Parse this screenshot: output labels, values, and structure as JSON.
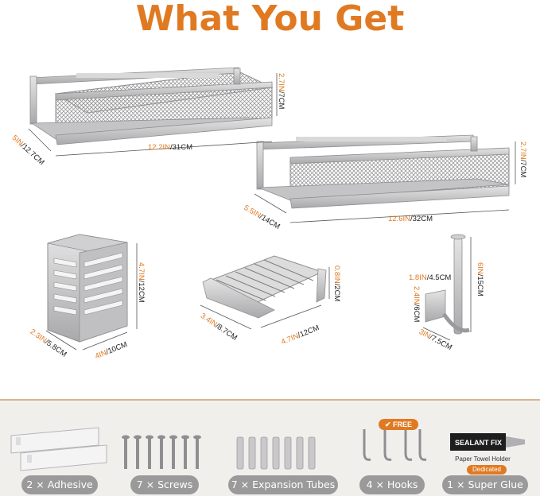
{
  "title": "What You Get",
  "dimensions": {
    "shelf1_height_a": "2.7IN",
    "shelf1_height_b": "/7CM",
    "shelf1_depth_a": "5IN",
    "shelf1_depth_b": "/12.7CM",
    "shelf1_width_a": "12.2IN",
    "shelf1_width_b": "/31CM",
    "shelf2_height_a": "2.7IN",
    "shelf2_height_b": "/7CM",
    "shelf2_depth_a": "5.5IN",
    "shelf2_depth_b": "/14CM",
    "shelf2_width_a": "12.6IN",
    "shelf2_width_b": "/32CM",
    "utensil_height_a": "4.7IN",
    "utensil_height_b": "/12CM",
    "utensil_depth_a": "2.3IN",
    "utensil_depth_b": "/5.8CM",
    "utensil_width_a": "4IN",
    "utensil_width_b": "/10CM",
    "sponge_height_a": "0.8IN",
    "sponge_height_b": "/2CM",
    "sponge_depth_a": "3.4IN",
    "sponge_depth_b": "/8.7CM",
    "sponge_width_a": "4.7IN",
    "sponge_width_b": "/12CM",
    "towel_top_a": "1.8IN",
    "towel_top_b": "/4.5CM",
    "towel_base_a": "2.4IN",
    "towel_base_b": "/6CM",
    "towel_width_a": "3IN",
    "towel_width_b": "/7.5CM",
    "towel_height_a": "6IN",
    "towel_height_b": "/15CM"
  },
  "accessories": [
    {
      "label": "2 × Adhesive"
    },
    {
      "label": "7 × Screws"
    },
    {
      "label": "7 × Expansion Tubes"
    },
    {
      "label": "4 × Hooks"
    },
    {
      "label": "1 × Super Glue"
    }
  ],
  "free_badge": "✔ FREE",
  "glue_brand": "SEALANT FIX",
  "glue_caption": "Paper Towel Holder",
  "glue_dedicated": "Dedicated",
  "colors": {
    "accent": "#e07a22",
    "steel": "#b9b9bb",
    "pill": "#9a9a9a"
  }
}
